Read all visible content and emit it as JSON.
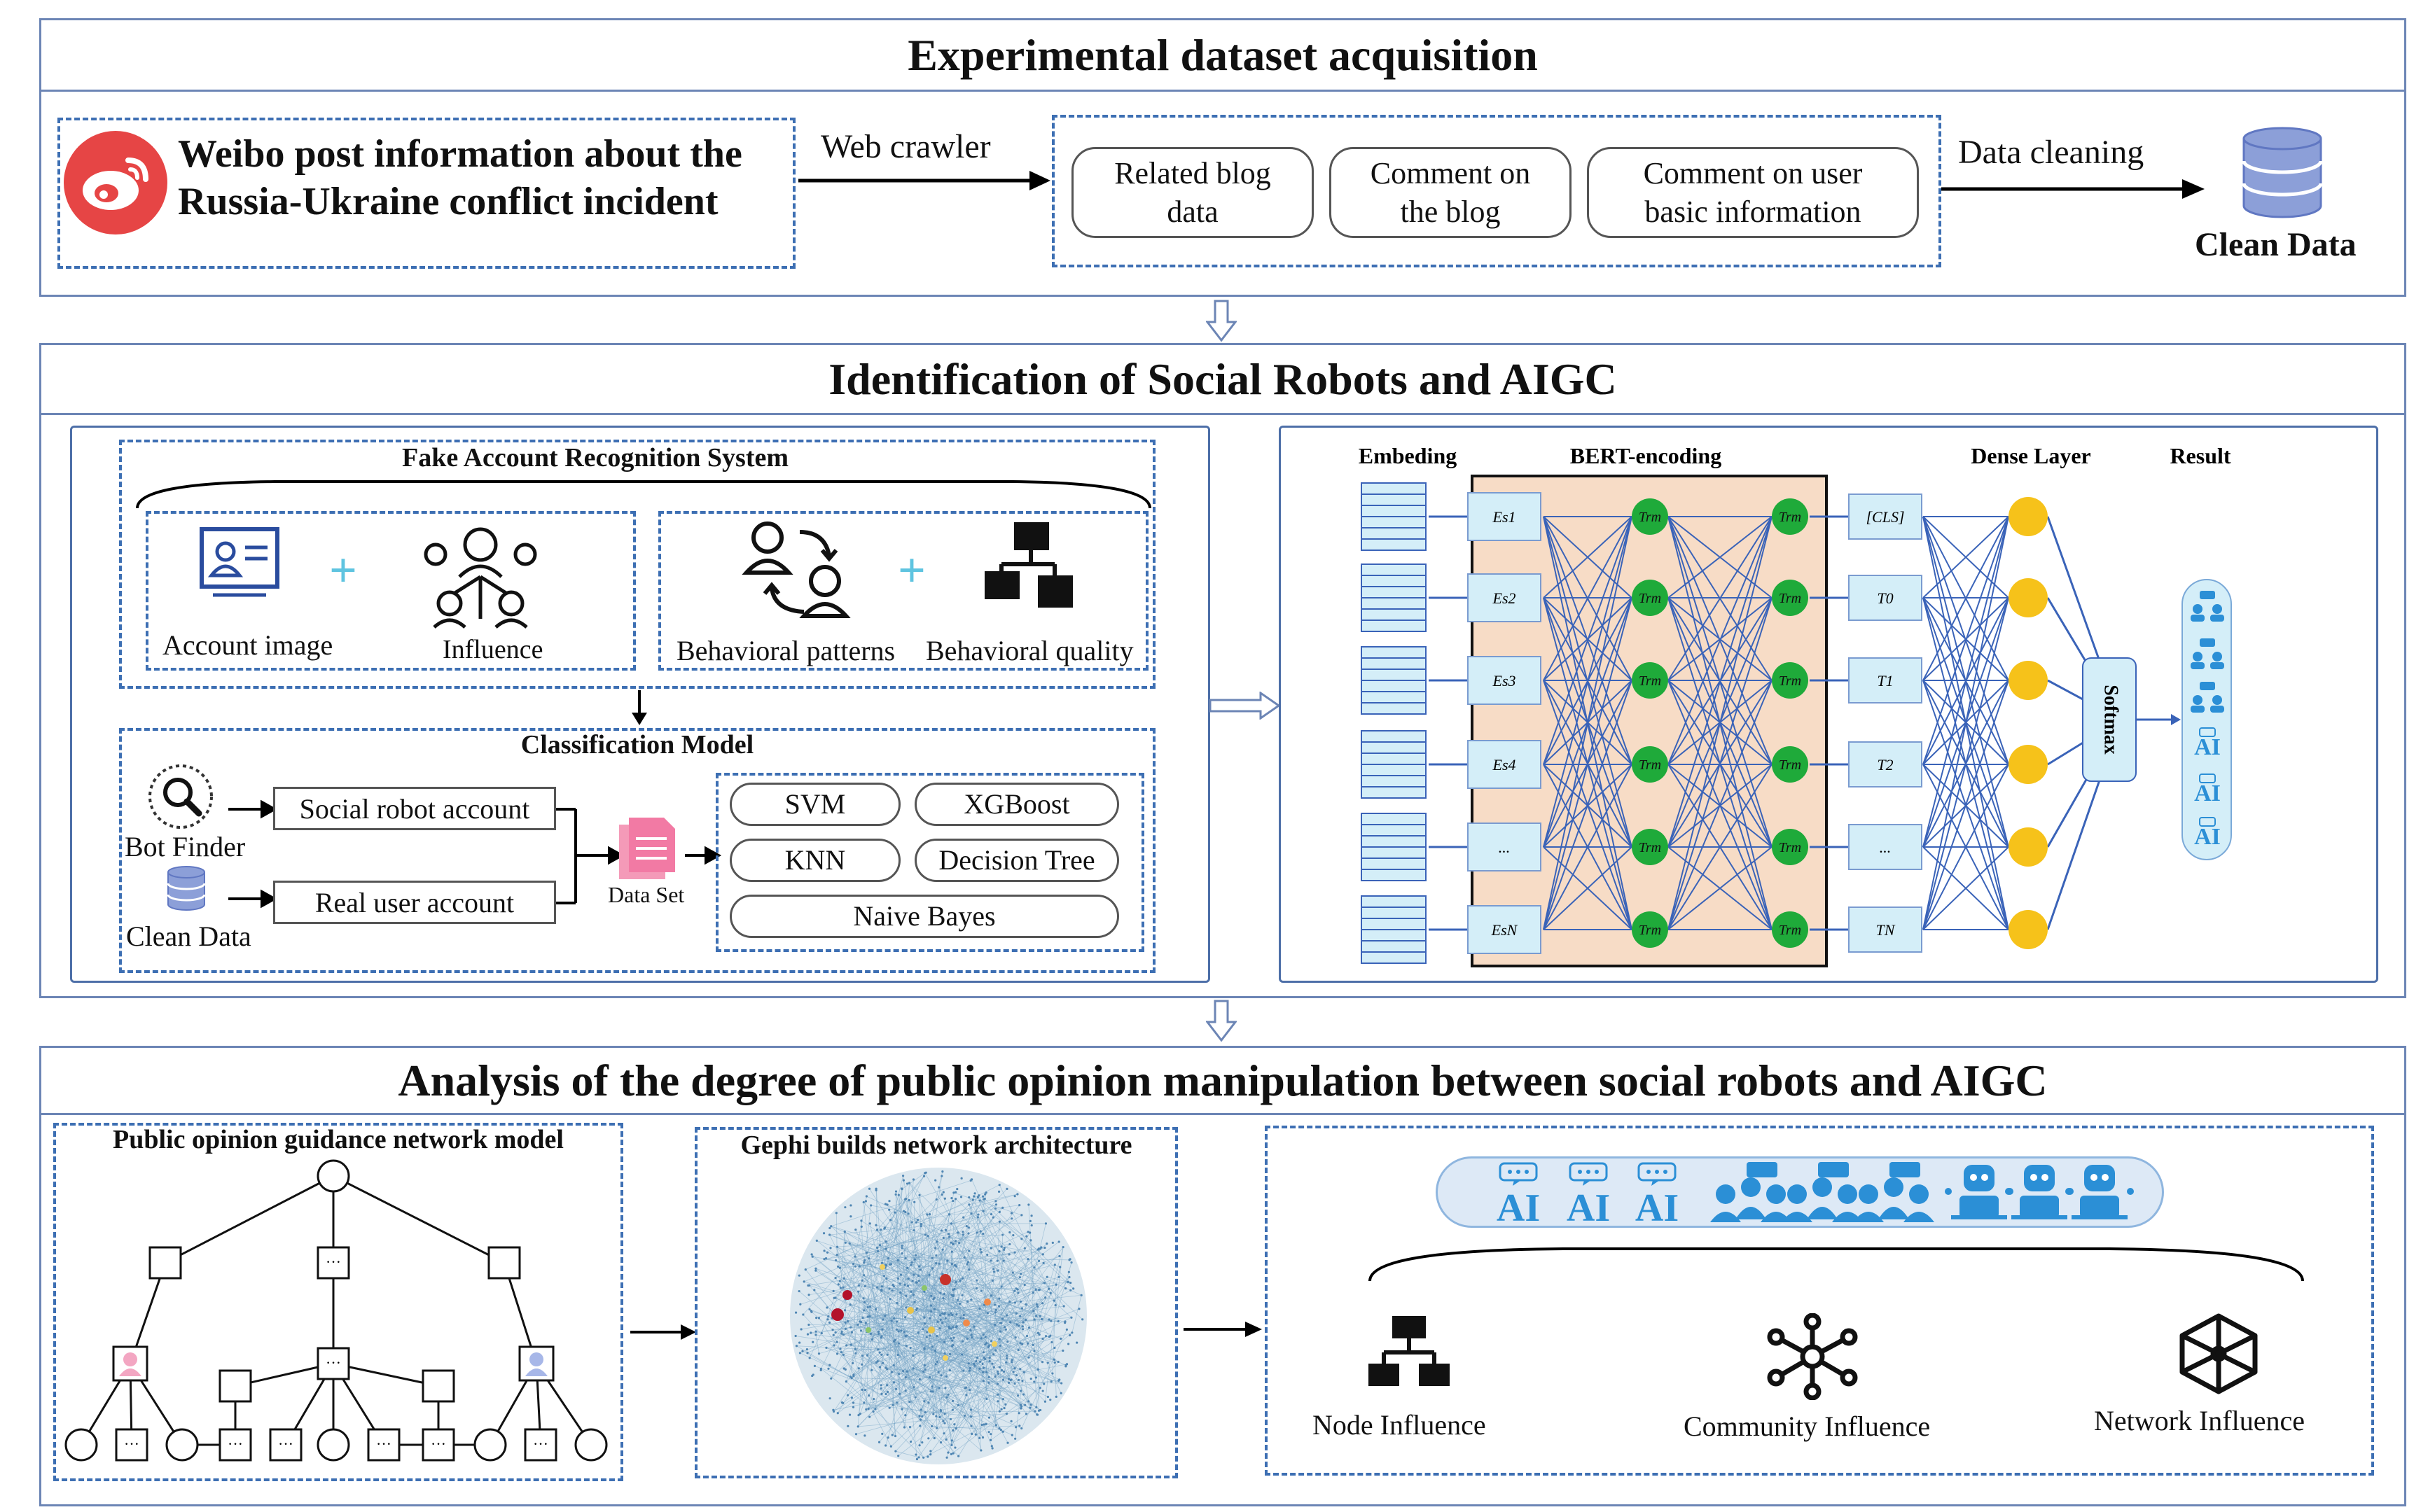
{
  "colors": {
    "border": "#6c85b5",
    "dash": "#3d6fb3",
    "neuron_green": "#1faa3a",
    "neuron_yellow": "#f6c21a",
    "bert_bg": "#f7dcc6",
    "embed_box": "#d4eef8",
    "weibo_red": "#e64545",
    "ai_blue": "#2b8fd6"
  },
  "top": {
    "title": "Experimental dataset acquisition",
    "weibo_text_1": "Weibo post information about the",
    "weibo_text_2": "Russia-Ukraine conflict incident",
    "web_crawler": "Web crawler",
    "boxes": [
      "Related blog data",
      "Comment on the blog",
      "Comment on user basic information"
    ],
    "box1_l1": "Related blog",
    "box1_l2": "data",
    "box2_l1": "Comment on",
    "box2_l2": "the blog",
    "box3_l1": "Comment on user",
    "box3_l2": "basic information",
    "data_cleaning": "Data cleaning",
    "clean_data": "Clean Data",
    "weibo_icon": "weibo-logo-icon",
    "db_icon": "database-icon"
  },
  "mid": {
    "title": "Identification of Social Robots and AIGC",
    "fars_title": "Fake Account Recognition System",
    "account_image": "Account image",
    "influence": "Influence",
    "behavioral_patterns": "Behavioral patterns",
    "behavioral_quality": "Behavioral quality",
    "class_title": "Classification Model",
    "bot_finder": "Bot Finder",
    "clean_data": "Clean Data",
    "social_robot": "Social robot account",
    "real_user": "Real user account",
    "data_set": "Data Set",
    "models": [
      "SVM",
      "XGBoost",
      "KNN",
      "Decision Tree",
      "Naive Bayes"
    ],
    "bert": {
      "embeding": "Embeding",
      "bert_encoding": "BERT-encoding",
      "dense_layer": "Dense Layer",
      "result": "Result",
      "softmax": "Softmax",
      "e_labels": [
        "Es1",
        "Es2",
        "Es3",
        "Es4",
        "...",
        "EsN"
      ],
      "trm": "Trm",
      "t_labels": [
        "[CLS]",
        "T0",
        "T1",
        "T2",
        "...",
        "TN"
      ]
    }
  },
  "bottom": {
    "title": "Analysis of the degree of public opinion manipulation between social robots and AIGC",
    "pogn_title": "Public opinion guidance network model",
    "gephi_title": "Gephi builds network architecture",
    "ellipsis": "···",
    "node_influence": "Node Influence",
    "community_influence": "Community Influence",
    "network_influence": "Network  Influence",
    "ai_label": "AI"
  }
}
